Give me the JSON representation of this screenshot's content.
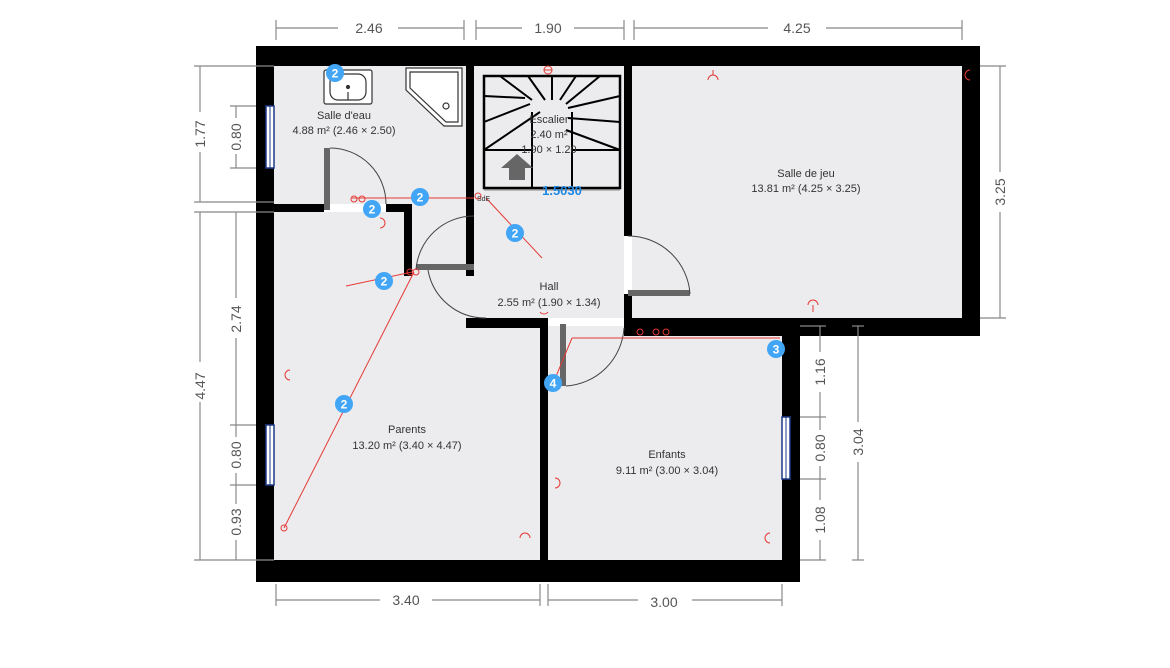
{
  "rooms": [
    {
      "name": "Salle d'eau",
      "area": "4.88 m² (2.46 × 2.50)"
    },
    {
      "name": "Escalier",
      "area": "2.40 m²",
      "dims": "1.90 × 1.20"
    },
    {
      "name": "Salle de jeu",
      "area": "13.81 m² (4.25 × 3.25)"
    },
    {
      "name": "Hall",
      "area": "2.55 m² (1.90 × 1.34)"
    },
    {
      "name": "Parents",
      "area": "13.20 m² (3.40 × 4.47)"
    },
    {
      "name": "Enfants",
      "area": "9.11 m² (3.00 × 3.04)"
    }
  ],
  "dimensions": {
    "top": [
      "2.46",
      "1.90",
      "4.25"
    ],
    "left_outer": [
      "1.77",
      "4.47"
    ],
    "left_inner": [
      "0.80",
      "2.74",
      "0.80",
      "0.93"
    ],
    "right_top": "3.25",
    "right_lower_inner": [
      "1.16",
      "0.80",
      "1.08"
    ],
    "right_lower_outer": "3.04",
    "bottom": [
      "3.40",
      "3.00"
    ]
  },
  "stair_measure": "1.5030",
  "small_label": "SdE",
  "badges": [
    "2",
    "2",
    "2",
    "2",
    "2",
    "2",
    "3",
    "4"
  ],
  "colors": {
    "wall": "#000000",
    "floor": "#ececee",
    "dim": "#888888",
    "badge": "#42a5f5",
    "electric": "#e53935",
    "window": "#1e3a8a"
  }
}
